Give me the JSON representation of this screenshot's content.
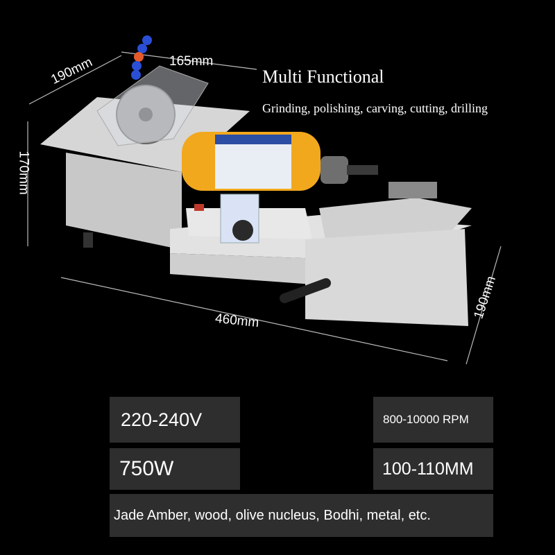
{
  "headline": "Multi Functional",
  "subline": "Grinding, polishing, carving, cutting, drilling",
  "dimensions": {
    "depth_left": "190mm",
    "top_width": "165mm",
    "height": "170mm",
    "length": "460mm",
    "depth_right": "190mm"
  },
  "specs": {
    "voltage": "220-240V",
    "speed": "800-10000 RPM",
    "power": "750W",
    "size": "100-110MM",
    "materials": "Jade Amber, wood, olive nucleus, Bodhi, metal, etc."
  },
  "colors": {
    "background": "#000000",
    "box": "#2e2e2e",
    "motor": "#f2a81d",
    "body": "#dcdcdc"
  }
}
